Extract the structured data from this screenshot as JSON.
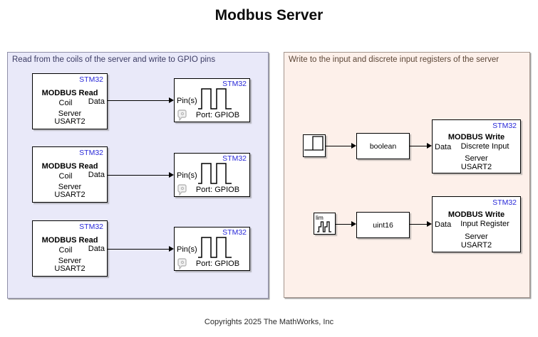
{
  "title": "Modbus Server",
  "footer": "Copyrights 2025 The MathWorks, Inc",
  "colors": {
    "stm32_tag": "#2828D8",
    "left_panel_bg": "#E9E9F9",
    "left_panel_text": "#3C3C64",
    "right_panel_bg": "#FDF0EA",
    "right_panel_text": "#5C4637",
    "block_border": "#000000",
    "wireless_badge": "#9FB6D4"
  },
  "icons": {
    "square_wave": "square-wave-glyph",
    "gpio_badge": "gray stamp/tag badge",
    "pulse_generator": "single pulse over baseline",
    "counter_stairs": "staircase waveform",
    "wireless": "wifi arcs with dot"
  },
  "left_panel": {
    "label": "Read from the coils of the server and write to GPIO pins",
    "read_blocks": [
      {
        "tag": "STM32",
        "name": "MODBUS Read",
        "mode": "Coil",
        "out_port": "Data",
        "server": "Server",
        "port": "USART2"
      },
      {
        "tag": "STM32",
        "name": "MODBUS Read",
        "mode": "Coil",
        "out_port": "Data",
        "server": "Server",
        "port": "USART2"
      },
      {
        "tag": "STM32",
        "name": "MODBUS Read",
        "mode": "Coil",
        "out_port": "Data",
        "server": "Server",
        "port": "USART2"
      }
    ],
    "gpio_blocks": [
      {
        "tag": "STM32",
        "in_port": "Pin(s)",
        "caption": "Port: GPIOB"
      },
      {
        "tag": "STM32",
        "in_port": "Pin(s)",
        "caption": "Port: GPIOB"
      },
      {
        "tag": "STM32",
        "in_port": "Pin(s)",
        "caption": "Port: GPIOB"
      }
    ]
  },
  "right_panel": {
    "label": "Write to the input and discrete input registers of the server",
    "counter_block": {
      "label": "lim"
    },
    "convert_blocks": [
      {
        "label": "boolean"
      },
      {
        "label": "uint16"
      }
    ],
    "write_blocks": [
      {
        "tag": "STM32",
        "name": "MODBUS Write",
        "target": "Discrete Input",
        "in_port": "Data",
        "server": "Server",
        "port": "USART2"
      },
      {
        "tag": "STM32",
        "name": "MODBUS Write",
        "target": "Input Register",
        "in_port": "Data",
        "server": "Server",
        "port": "USART2"
      }
    ]
  }
}
